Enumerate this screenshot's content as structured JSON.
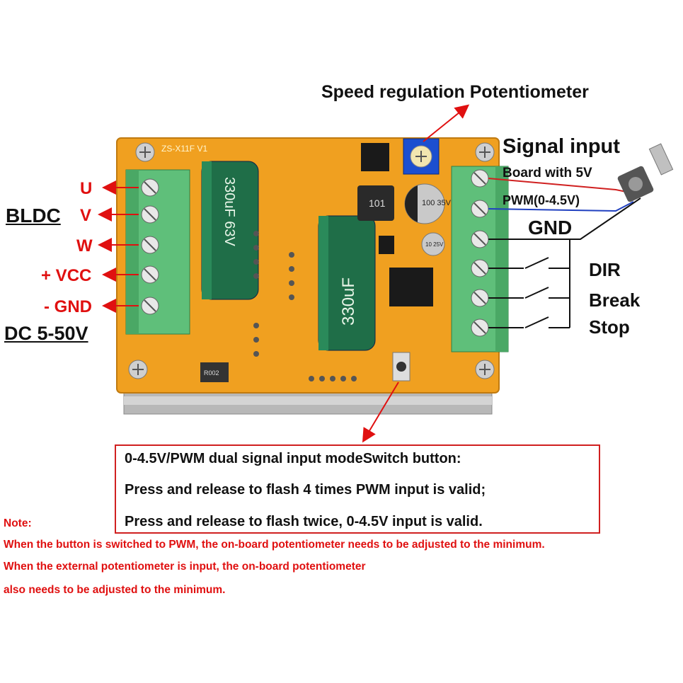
{
  "labels": {
    "speed_pot": "Speed regulation Potentiometer",
    "signal_input": "Signal input",
    "board_5v": "Board with 5V",
    "pwm": "PWM(0-4.5V)",
    "gnd_right": "GND",
    "dir": "DIR",
    "break": "Break",
    "stop": "Stop",
    "u": "U",
    "v": "V",
    "w": "W",
    "bldc": "BLDC",
    "vcc": "+ VCC",
    "gnd_left": "- GND",
    "dc": "DC 5-50V"
  },
  "board_marks": {
    "model": "ZS-X11F V1",
    "cap_big_1": "330uF 63V",
    "cap_big_2": "330uF",
    "cap_small": "100 35V",
    "cap_tiny": "10 25V",
    "inductor": "101",
    "r_left": "R002"
  },
  "info_box": {
    "line1": "0-4.5V/PWM dual signal input modeSwitch button:",
    "line2": "Press and release to flash 4 times PWM input is valid;",
    "line3": "Press and release to flash twice, 0-4.5V input is valid."
  },
  "note": {
    "title": "Note:",
    "line1": "When the button is switched to PWM, the on-board potentiometer needs to be adjusted to the minimum.",
    "line2": "When the external potentiometer is input, the on-board potentiometer",
    "line3": "also needs to be adjusted to the minimum."
  },
  "colors": {
    "label_red": "#e01010",
    "pcb": "#f0a020",
    "terminal": "#5fbf7a",
    "capacitor": "#1f6e48",
    "wire_red": "#d02020",
    "wire_blue": "#2040c0"
  }
}
